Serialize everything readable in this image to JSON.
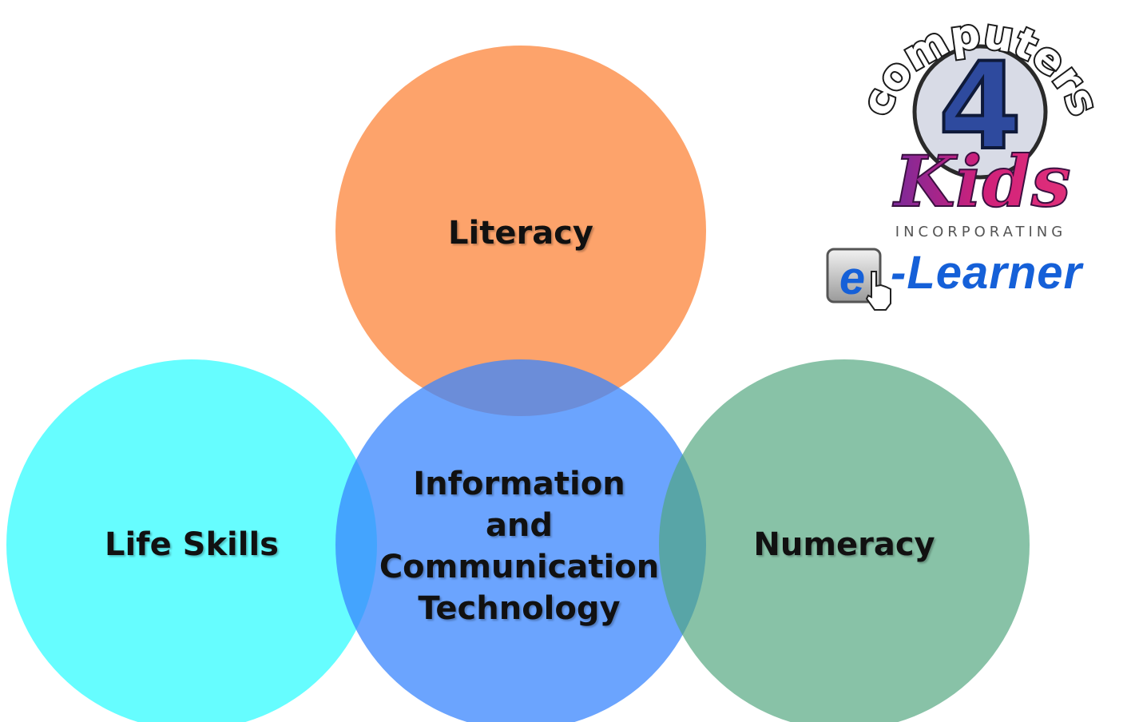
{
  "diagram": {
    "nodes": [
      {
        "id": "literacy",
        "label": "Literacy",
        "color": "#fd8c46"
      },
      {
        "id": "life-skills",
        "label": "Life Skills",
        "color": "#00fcff"
      },
      {
        "id": "ict",
        "label_lines": [
          "Information",
          "and",
          "Communication",
          "Technology"
        ],
        "color": "#3a85fe"
      },
      {
        "id": "numeracy",
        "label": "Numeracy",
        "color": "#4fa57d"
      }
    ]
  },
  "logo": {
    "word_arc": "computers",
    "number": "4",
    "kids": "Kids",
    "incorporating": "INCORPORATING",
    "e_key": "e",
    "learner": "-Learner",
    "colors": {
      "number_fill": "#2e4a9e",
      "ring": "#2a2a2a",
      "kids_pink": "#d0207a",
      "kids_purple": "#7a2a9a",
      "learner_blue": "#1560d8"
    }
  }
}
